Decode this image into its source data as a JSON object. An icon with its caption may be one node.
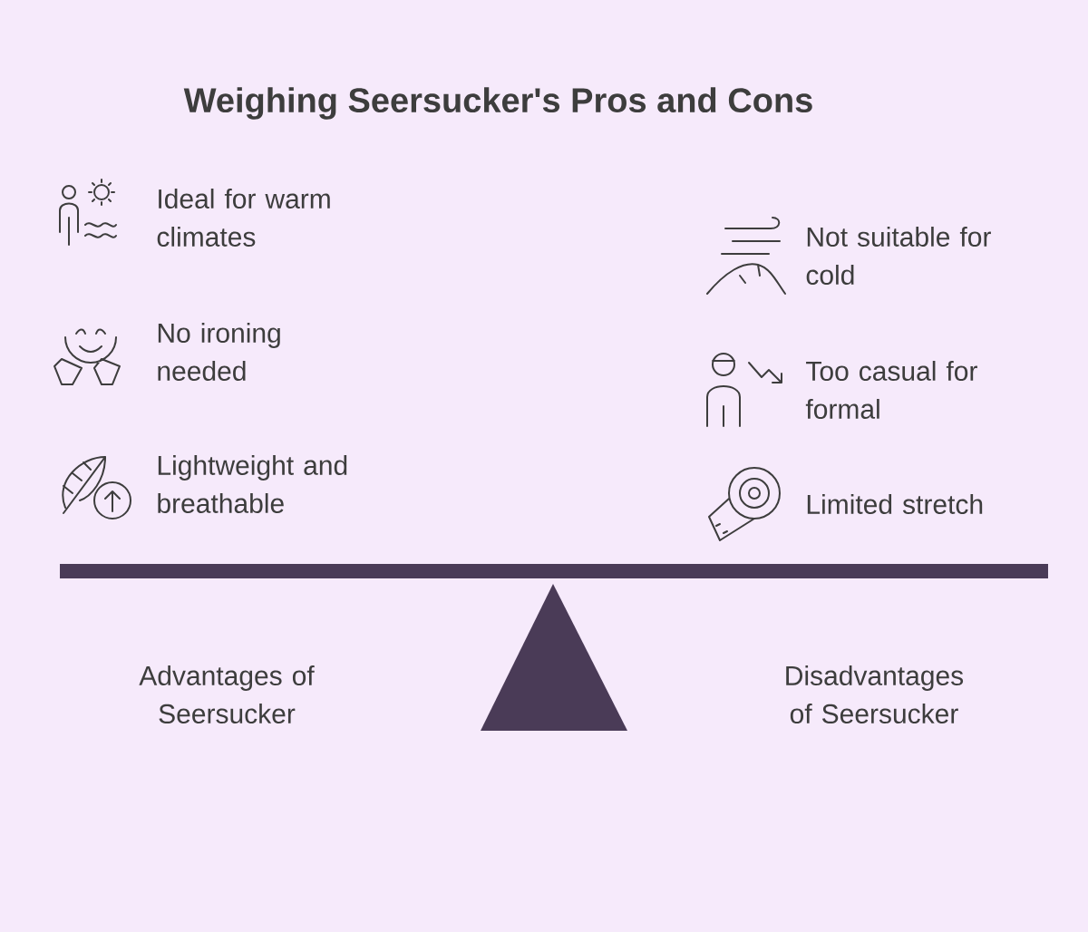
{
  "diagram": {
    "title": "Weighing Seersucker's Pros and Cons",
    "labels": [
      "Ideal for warm climates",
      "No ironing needed",
      "Lightweight and breathable",
      "Not suitable for cold",
      "Too casual for formal",
      "Limited stretch",
      "Advantages of Seersucker",
      "Disadvantages of Seersucker"
    ]
  }
}
